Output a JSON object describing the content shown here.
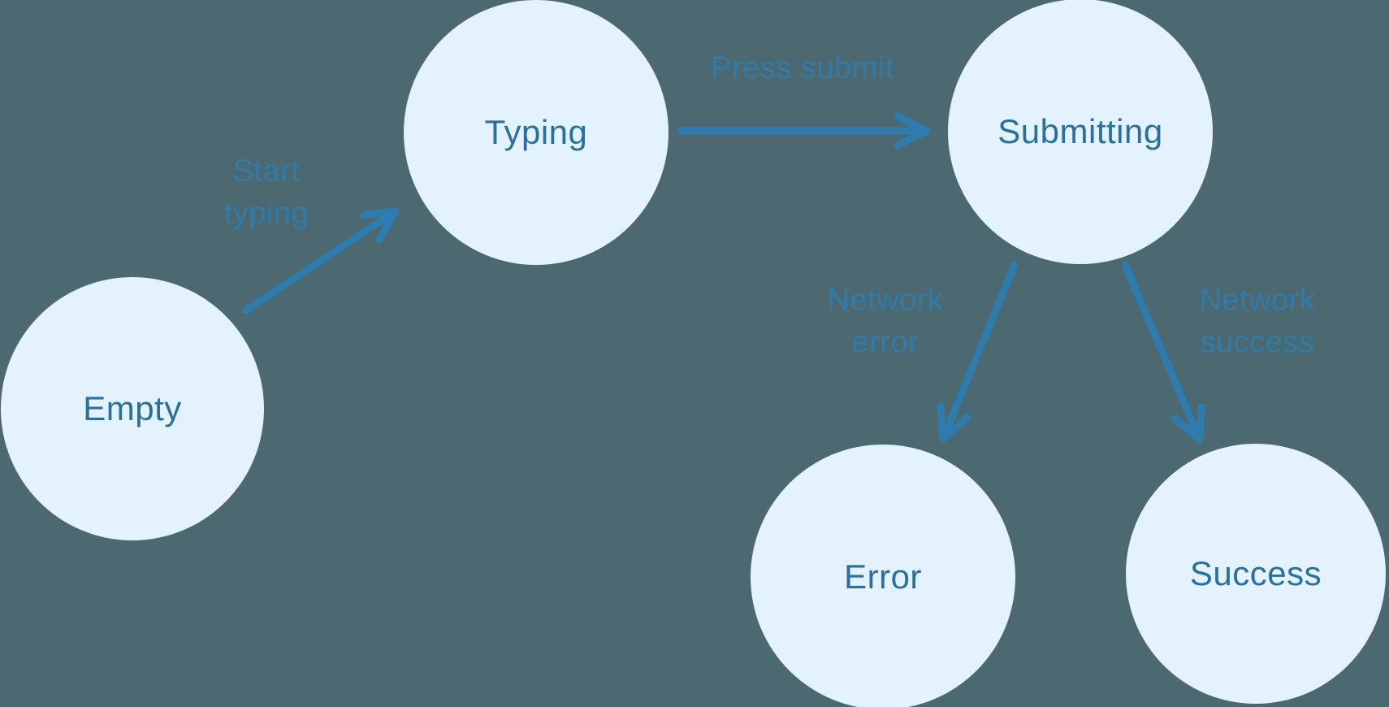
{
  "diagram": {
    "type": "state-machine",
    "nodes": [
      {
        "id": "empty",
        "label": "Empty"
      },
      {
        "id": "typing",
        "label": "Typing"
      },
      {
        "id": "submitting",
        "label": "Submitting"
      },
      {
        "id": "error",
        "label": "Error"
      },
      {
        "id": "success",
        "label": "Success"
      }
    ],
    "edges": [
      {
        "from": "empty",
        "to": "typing",
        "label": "Start typing"
      },
      {
        "from": "typing",
        "to": "submitting",
        "label": "Press submit"
      },
      {
        "from": "submitting",
        "to": "error",
        "label": "Network error"
      },
      {
        "from": "submitting",
        "to": "success",
        "label": "Network success"
      }
    ]
  },
  "colors": {
    "background": "#4c6972",
    "node_fill": "#e3f2fc",
    "node_text": "#2a709f",
    "edge": "#2e7cad",
    "edge_label": "#2e7cad"
  }
}
